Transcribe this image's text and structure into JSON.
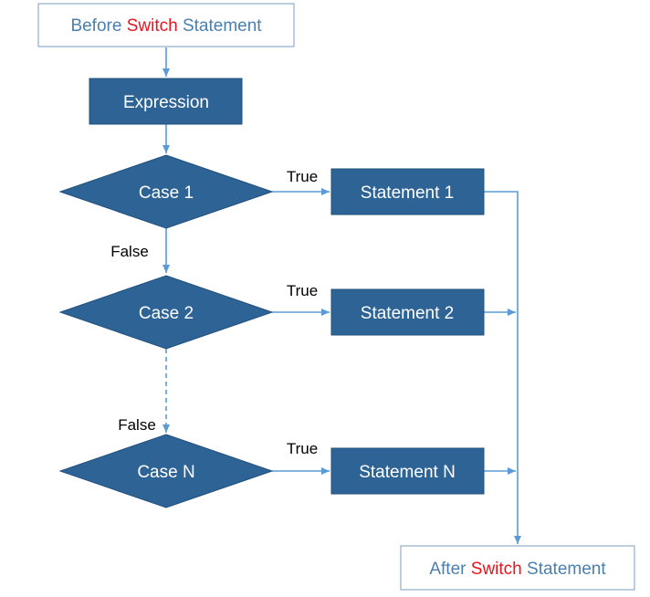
{
  "diagram": {
    "colors": {
      "node_fill": "#2E6396",
      "node_stroke": "#21507D",
      "node_text": "#FFFFFF",
      "terminal_border": "#8FAECC",
      "terminal_text": "#4A7FAF",
      "keyword": "#E8141E",
      "arrow": "#5B9BD5",
      "edge_label": "#000000"
    },
    "start": {
      "prefix": "Before",
      "keyword": "Switch",
      "suffix": "Statement"
    },
    "end": {
      "prefix": "After",
      "keyword": "Switch",
      "suffix": "Statement"
    },
    "expression": "Expression",
    "cases": [
      {
        "condition": "Case 1",
        "statement": "Statement 1",
        "true_label": "True",
        "false_label": "False"
      },
      {
        "condition": "Case 2",
        "statement": "Statement 2",
        "true_label": "True",
        "false_label": "False"
      },
      {
        "condition": "Case N",
        "statement": "Statement N",
        "true_label": "True"
      }
    ]
  }
}
